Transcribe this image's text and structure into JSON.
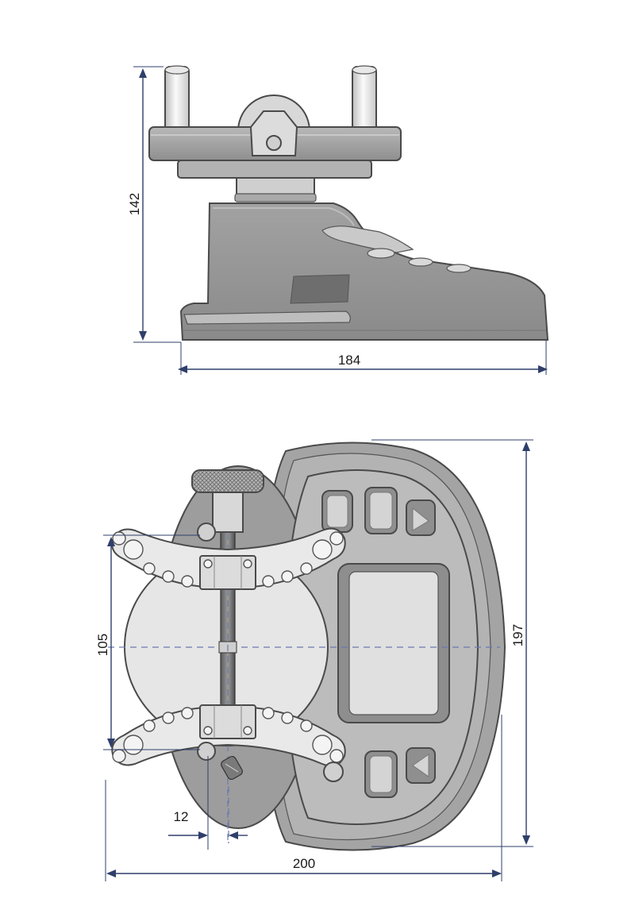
{
  "dimensions": {
    "side_height": "142",
    "side_width": "184",
    "top_span": "105",
    "top_height": "197",
    "top_offset": "12",
    "top_width": "200"
  },
  "colors": {
    "body_gray": "#9a9a9a",
    "body_dark": "#7d7d7d",
    "panel_light": "#d6d6d6",
    "disc_light": "#e6e6e6",
    "dimension_blue": "#2f3f6b",
    "post_white": "#f0f0f0"
  }
}
